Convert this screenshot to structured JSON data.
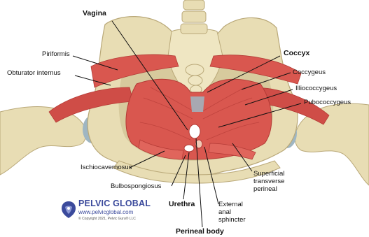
{
  "labels": {
    "vagina": "Vagina",
    "piriformis": "Piriformis",
    "obturator_internus": "Obturator internus",
    "coccyx": "Coccyx",
    "coccygeus": "Coccygeus",
    "iliococcygeus": "Illiococcygeus",
    "pubococcygeus": "Pubococcygeus",
    "ischiocavernosus": "Ischiocavernosus",
    "bulbospongiosus": "Bulbospongiosus",
    "urethra": "Urethra",
    "perineal_body": "Perineal body",
    "superficial_transverse_perineal": [
      "Superficial",
      "transverse",
      "perineal"
    ],
    "external_anal_sphincter": [
      "External",
      "anal",
      "sphincter"
    ]
  },
  "logo": {
    "brand": "PELVIC GLOBAL",
    "url": "www.pelvicglobal.com",
    "copyright": "© Copyright 2021, Pelvic Guru® LLC"
  },
  "colors": {
    "bone": "#e8ddb4",
    "bone_shadow": "#c9b98a",
    "muscle": "#d9574f",
    "muscle_dark": "#b43b36",
    "tendon": "#f1c9b5",
    "cartilage": "#9fb6c2",
    "brand": "#3b4a9c"
  }
}
